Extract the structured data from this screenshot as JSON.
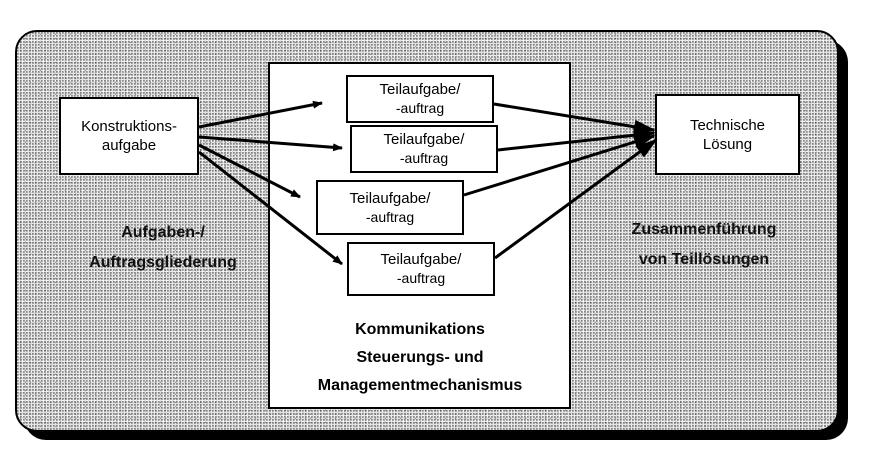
{
  "input_box": {
    "line1": "Konstruktions-",
    "line2": "aufgabe"
  },
  "output_box": {
    "line1": "Technische",
    "line2": "Lösung"
  },
  "subtasks": [
    {
      "line1": "Teilaufgabe/",
      "line2": "-auftrag"
    },
    {
      "line1": "Teilaufgabe/",
      "line2": "-auftrag"
    },
    {
      "line1": "Teilaufgabe/",
      "line2": "-auftrag"
    },
    {
      "line1": "Teilaufgabe/",
      "line2": "-auftrag"
    }
  ],
  "left_label": {
    "line1": "Aufgaben-/",
    "line2": "Auftragsgliederung"
  },
  "right_label": {
    "line1": "Zusammenführung",
    "line2": "von Teillösungen"
  },
  "center_label": {
    "line1": "Kommunikations",
    "line2": "Steuerungs- und",
    "line3": "Managementmechanismus"
  },
  "colors": {
    "ink": "#000000",
    "stipple_background": "#e4e4e4",
    "box_fill": "#ffffff"
  }
}
